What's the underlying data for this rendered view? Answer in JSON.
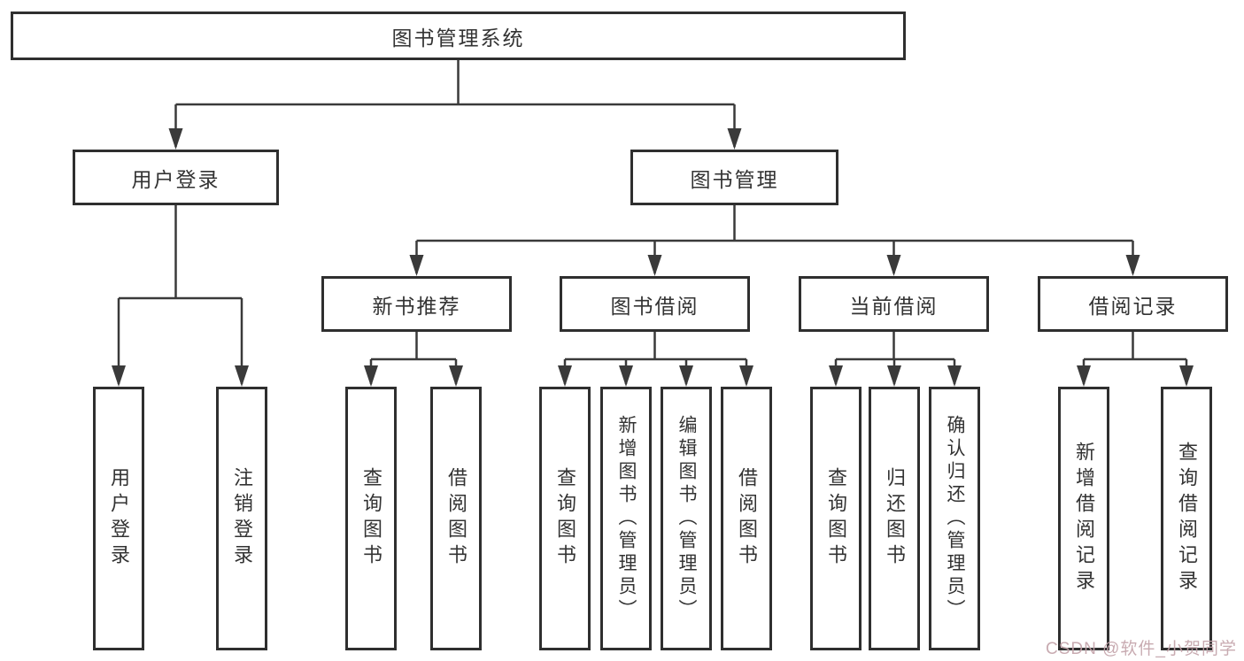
{
  "title": "图书管理系统",
  "watermark": "CSDN @软件_小贺同学",
  "colors": {
    "line": "#3a3a3a",
    "box_border": "#2f2f2f",
    "box_fill": "#ffffff",
    "text": "#333333",
    "watermark": "#c3a2a9",
    "background": "#ffffff"
  },
  "tree": {
    "root": {
      "label": "图书管理系统",
      "children": [
        {
          "label": "用户登录",
          "children": [
            {
              "label": "用户登录"
            },
            {
              "label": "注销登录"
            }
          ]
        },
        {
          "label": "图书管理",
          "children": [
            {
              "label": "新书推荐",
              "children": [
                {
                  "label": "查询图书"
                },
                {
                  "label": "借阅图书"
                }
              ]
            },
            {
              "label": "图书借阅",
              "children": [
                {
                  "label": "查询图书"
                },
                {
                  "label": "新增图书（管理员）"
                },
                {
                  "label": "编辑图书（管理员）"
                },
                {
                  "label": "借阅图书"
                }
              ]
            },
            {
              "label": "当前借阅",
              "children": [
                {
                  "label": "查询图书"
                },
                {
                  "label": "归还图书"
                },
                {
                  "label": "确认归还（管理员）"
                }
              ]
            },
            {
              "label": "借阅记录",
              "children": [
                {
                  "label": "新增借阅记录"
                },
                {
                  "label": "查询借阅记录"
                }
              ]
            }
          ]
        }
      ]
    }
  }
}
